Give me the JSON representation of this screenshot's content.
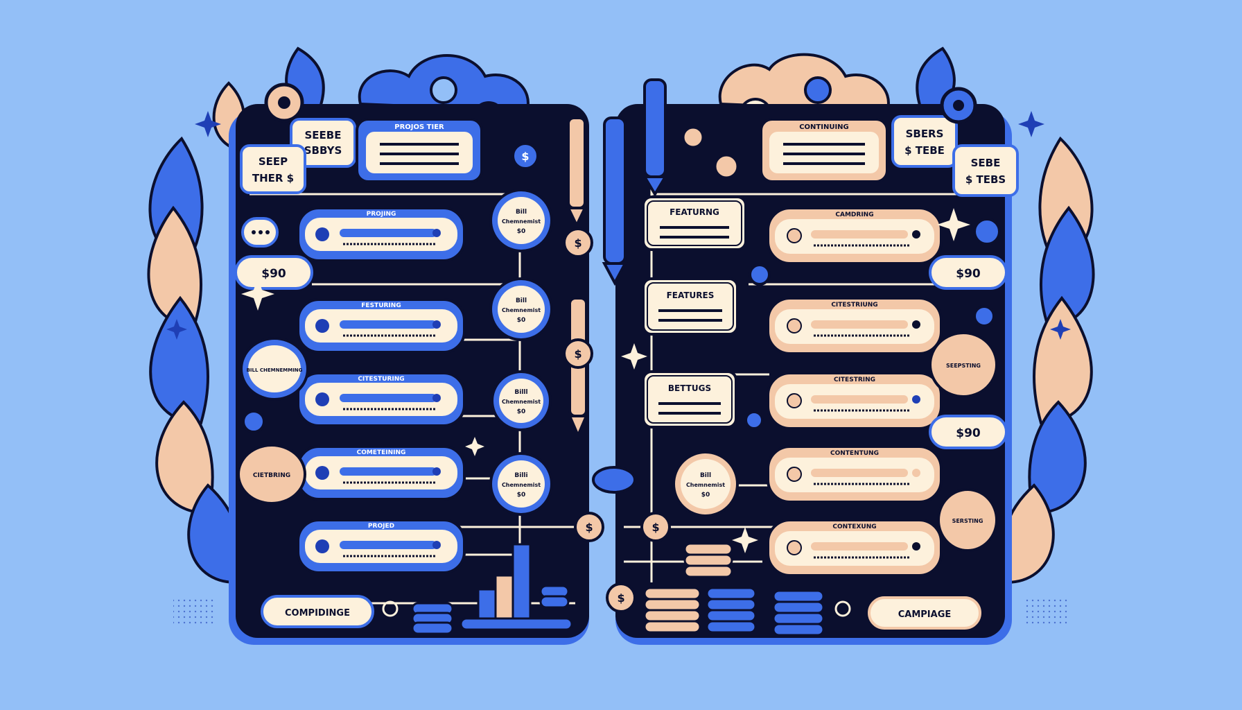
{
  "colors": {
    "background": "#93bff7",
    "board": "#0b0f2e",
    "blue": "#3d6ee8",
    "deep_blue": "#1f3fb5",
    "peach": "#f3c8a8",
    "cream": "#fdf1dc",
    "white": "#ffffff"
  },
  "icons": [
    "gear-icon",
    "sparkle-icon",
    "pen-icon",
    "coin-stack-icon",
    "bar-chart-icon",
    "leaf-icon",
    "cloud-icon",
    "dollar-icon"
  ],
  "left_page": {
    "top_tags": [
      {
        "text_line1": "SEEBE",
        "text_line2": "SBBYS"
      },
      {
        "text_line1": "SEEP",
        "text_line2": "THER $"
      }
    ],
    "top_card_title": "PROJOS TIER",
    "price_badge": "$90",
    "card_titles": [
      "PROJING",
      "FESTURING",
      "CITESTURING",
      "COMETEINING",
      "PROJED"
    ],
    "circles": [
      {
        "line1": "Bill",
        "line2": "Chemnemist",
        "line3": "$0"
      },
      {
        "line1": "Bill",
        "line2": "Chemnemist",
        "line3": "$0"
      },
      {
        "line1": "Billl",
        "line2": "Chemnemist",
        "line3": "$0"
      },
      {
        "line1": "Billi",
        "line2": "Chemnemist",
        "line3": "$0"
      }
    ],
    "side_bubble": "BILL CHEMNEMMING",
    "side_pill": "CIETBRING",
    "footer_button": "COMPIDINGE"
  },
  "center": {
    "coins": [
      "$",
      "$",
      "$",
      "$",
      "$"
    ]
  },
  "right_page": {
    "top_tags": [
      {
        "text_line1": "SBERS",
        "text_line2": "$ TEBE"
      },
      {
        "text_line1": "SEBE",
        "text_line2": "$ TEBS"
      }
    ],
    "top_card_title": "CONTINUING",
    "feature_boxes": [
      "FEATURNG",
      "FEATURES",
      "BETTUGS"
    ],
    "card_titles": [
      "CAMDRING",
      "CITESTRIUNG",
      "CITESTRING",
      "CONTENTUNG",
      "CONTEXUNG"
    ],
    "circle": {
      "line1": "Bill",
      "line2": "Chemnemist",
      "line3": "$0"
    },
    "price_badges": [
      "$90",
      "$90"
    ],
    "side_bubbles": [
      "SEEPSTING",
      "SERSTING"
    ],
    "footer_button": "CAMPIAGE"
  }
}
